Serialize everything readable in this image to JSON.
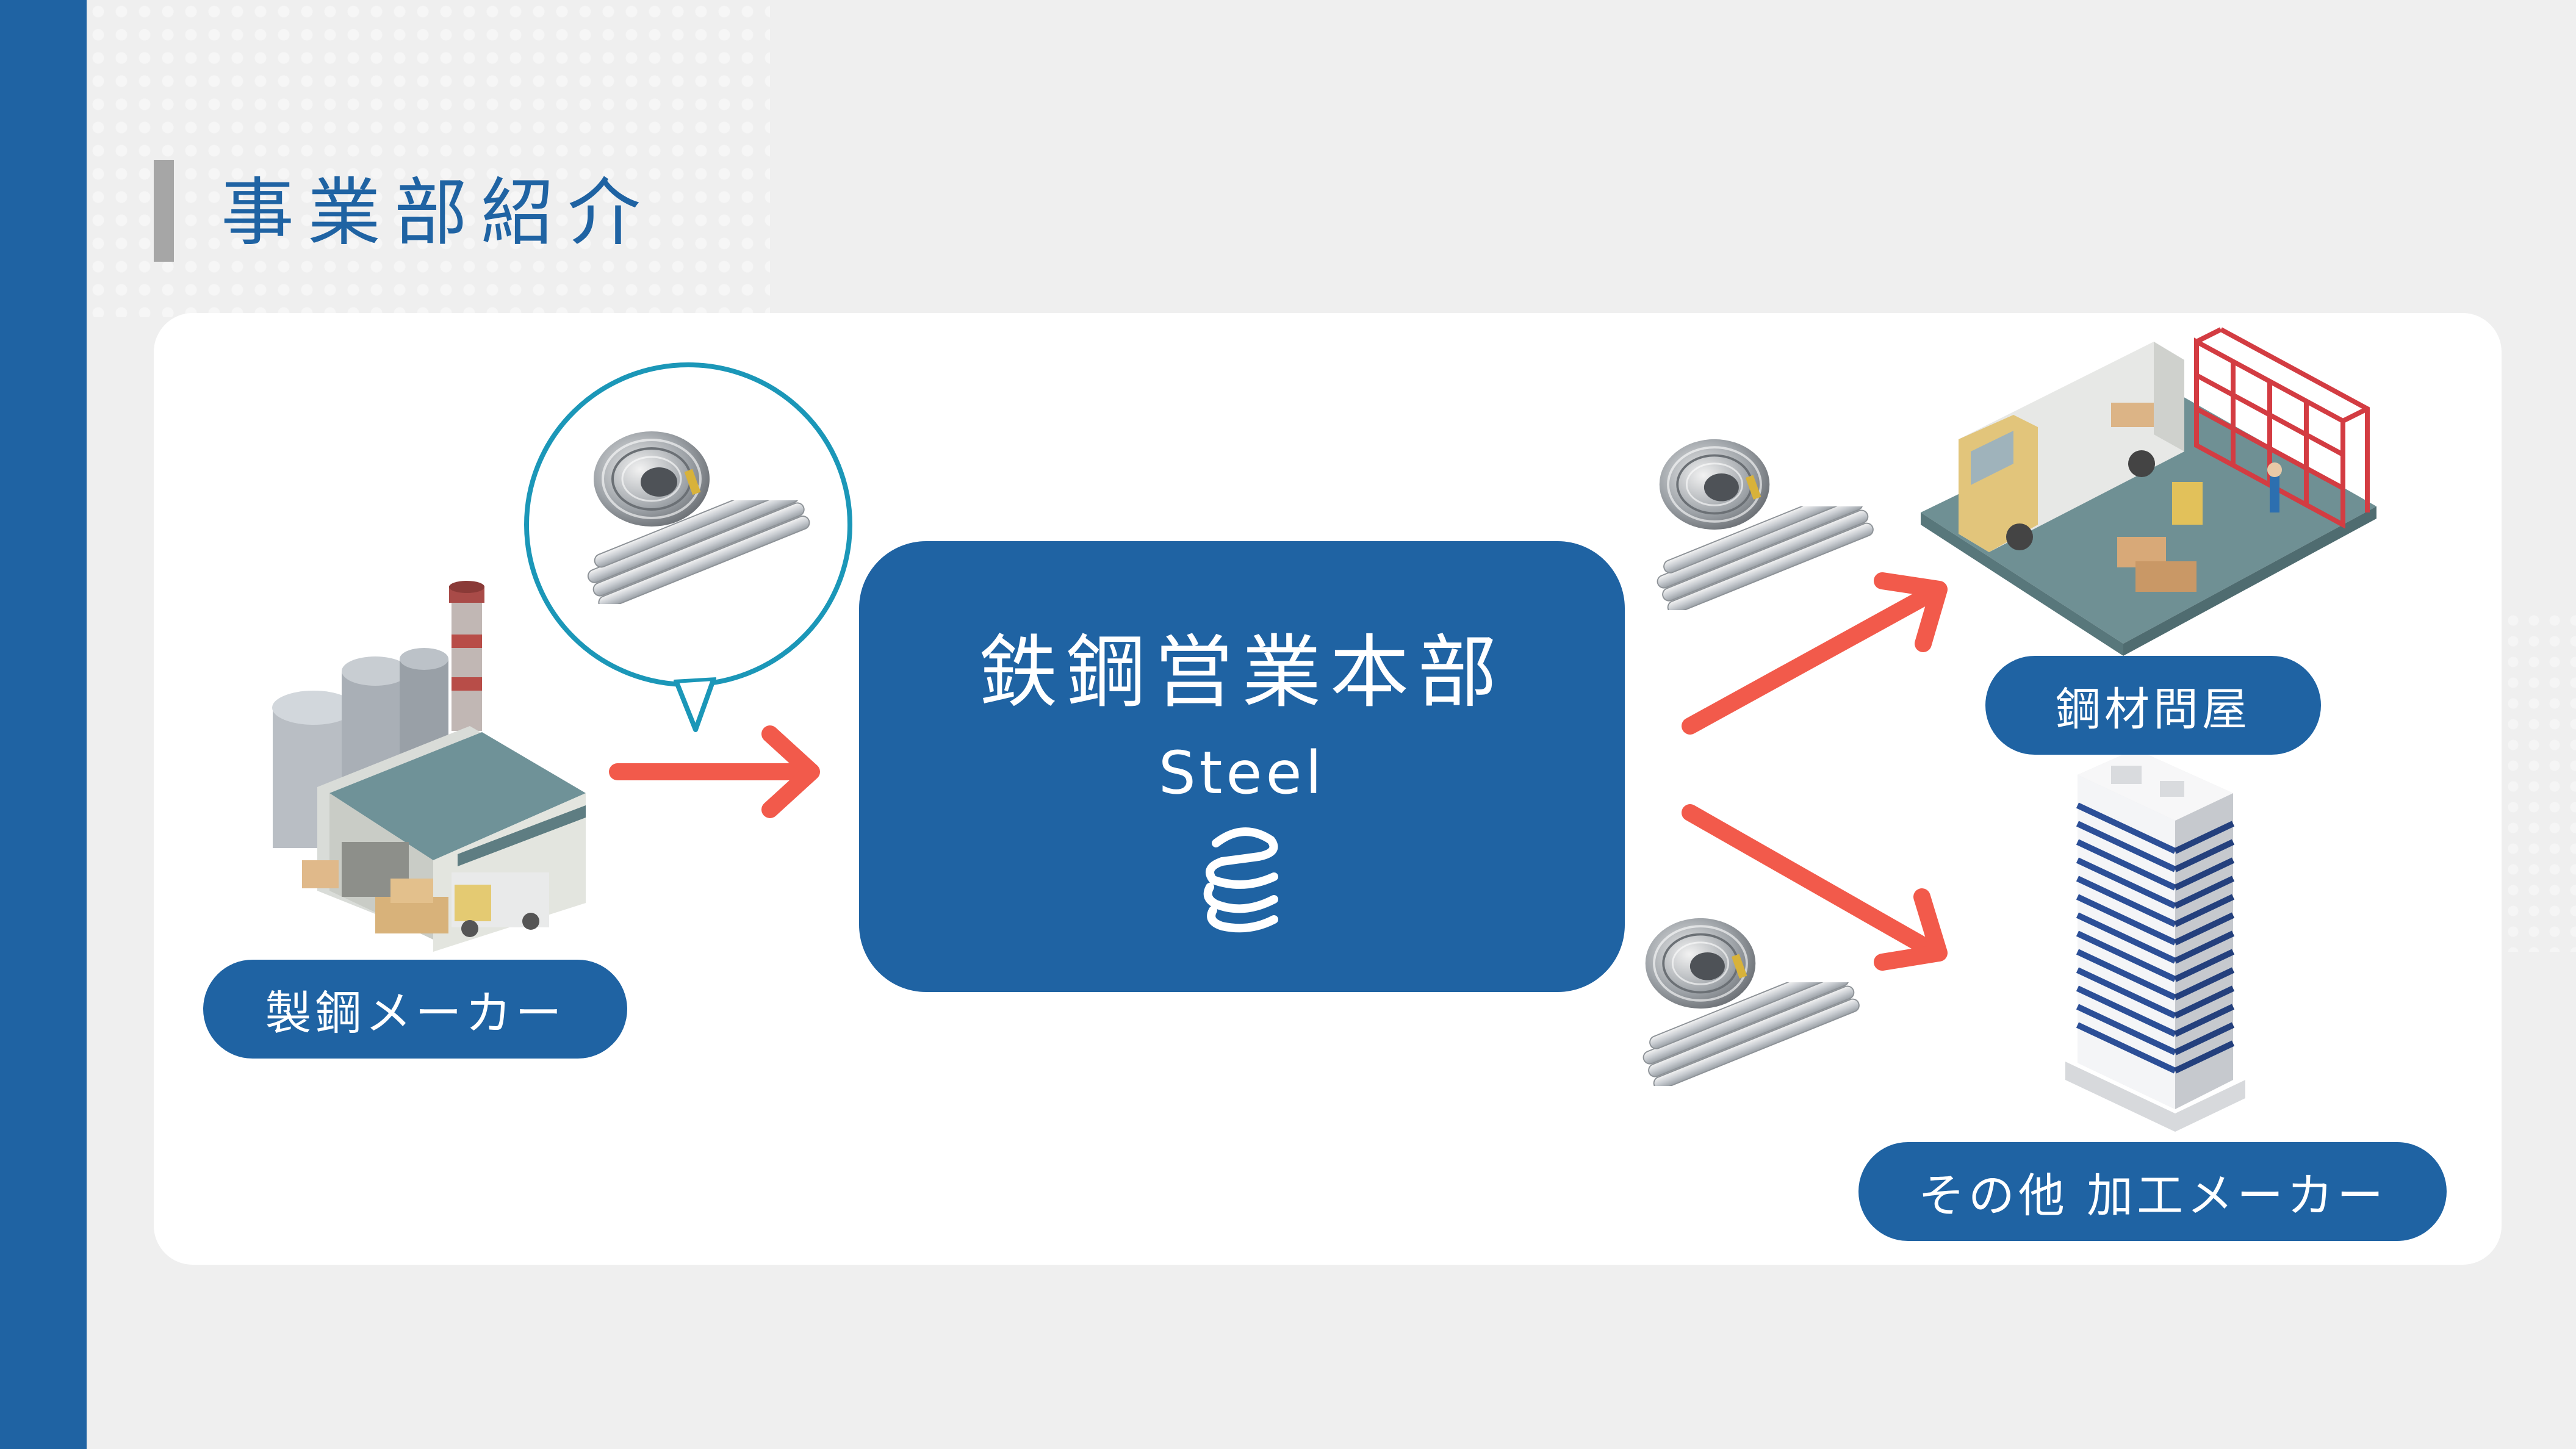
{
  "page_title": "事業部紹介",
  "center": {
    "title": "鉄鋼営業本部",
    "subtitle": "Steel",
    "spring_icon": "spring-icon"
  },
  "nodes": {
    "steel_maker": "製鋼メーカー",
    "steel_wholesaler": "鋼材問屋",
    "other_processor": "その他 加工メーカー"
  },
  "illustrations": [
    "factory-illustration",
    "warehouse-illustration",
    "office-building-illustration",
    "wire-coil-icon",
    "steel-pipes-icon"
  ],
  "colors": {
    "primary": "#1f63a3",
    "arrow": "#f25a4b",
    "bubble": "#1b97b8",
    "background": "#efefef"
  }
}
